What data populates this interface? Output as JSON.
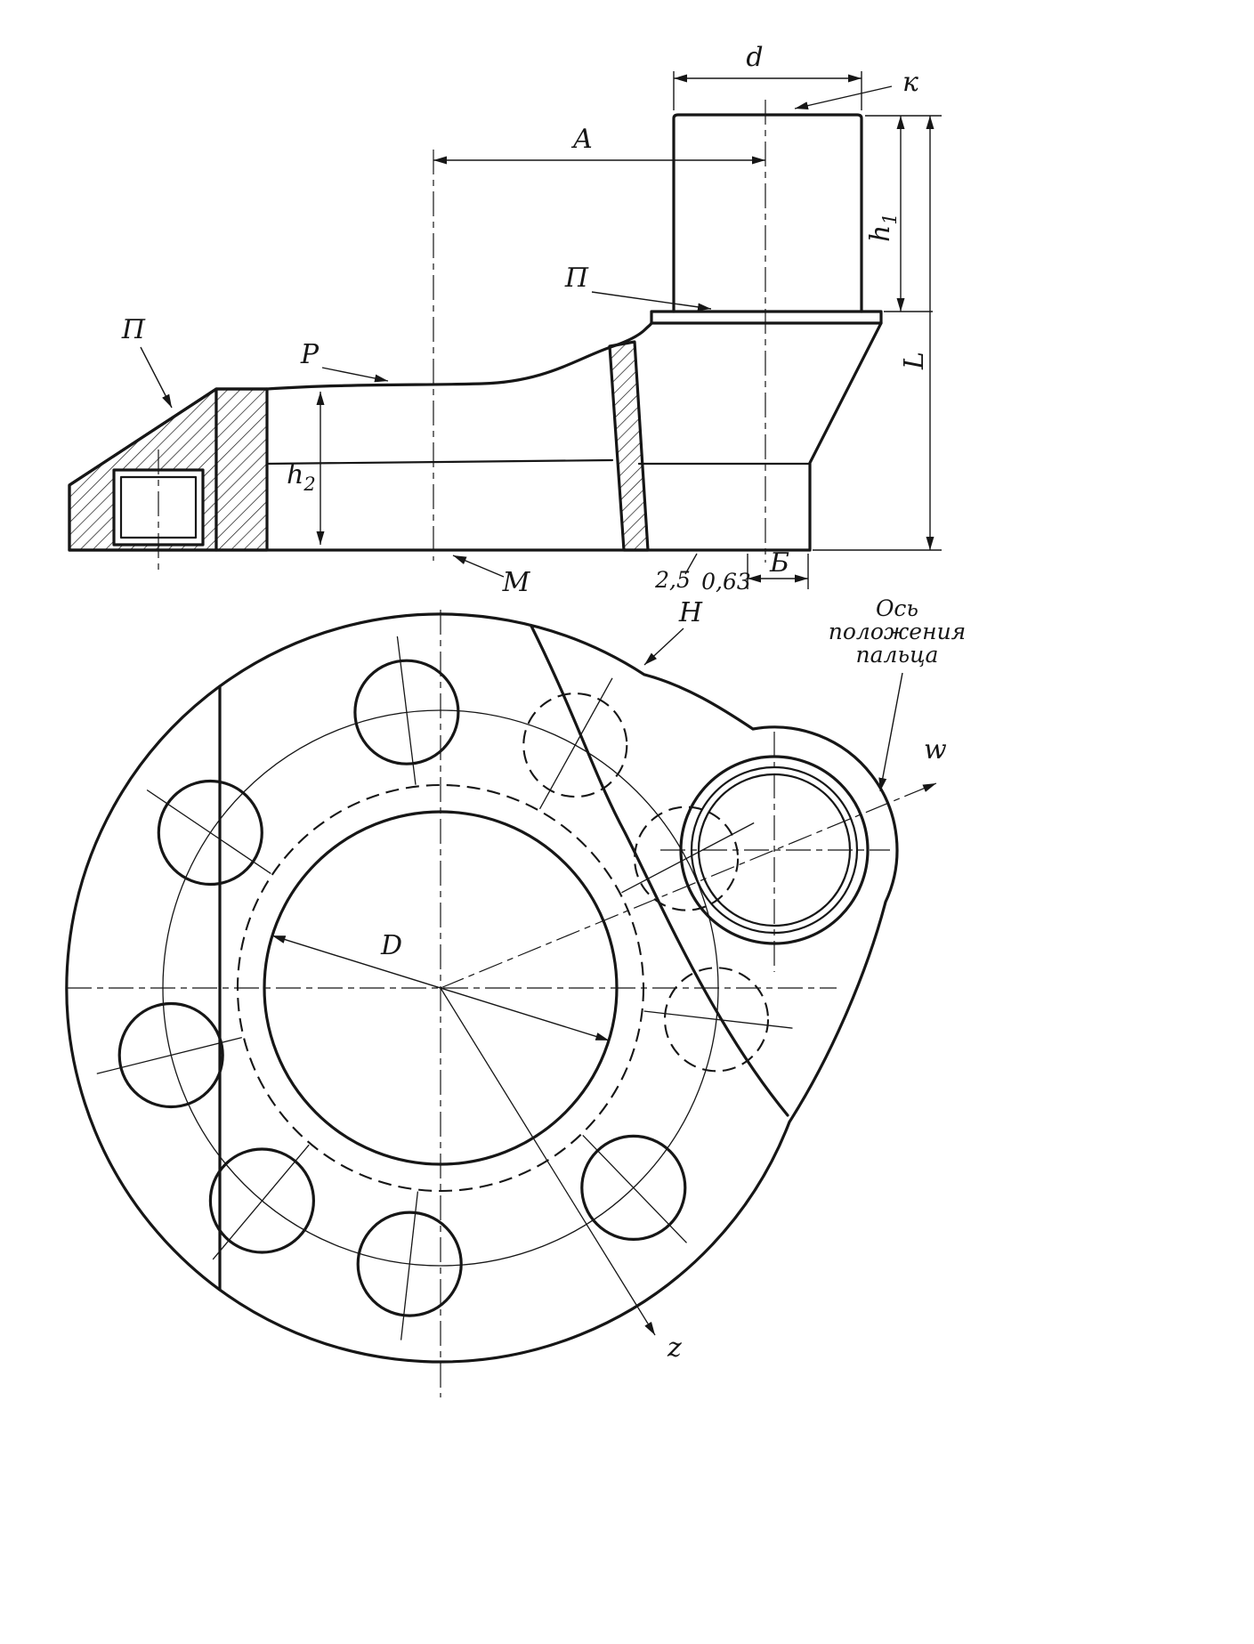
{
  "canvas": {
    "bg": "#ffffff",
    "ink": "#161616"
  },
  "side_view": {
    "dim_d": "d",
    "mark_k": "к",
    "dim_a": "A",
    "label_p_left": "П",
    "label_p_plate": "П",
    "label_r": "Р",
    "dim_h1_base": "h",
    "dim_h1_sub": "1",
    "dim_h2_base": "h",
    "dim_h2_sub": "2",
    "dim_l": "L",
    "label_m": "М",
    "rough_25": "2,5",
    "rough_063": "0,63",
    "dim_b": "Б"
  },
  "plan_view": {
    "label_n": "Н",
    "pin_axis_note": {
      "line1": "Ось",
      "line2": "положения",
      "line3": "пальца"
    },
    "label_w": "w",
    "dim_d_big": "D",
    "label_z": "z"
  }
}
